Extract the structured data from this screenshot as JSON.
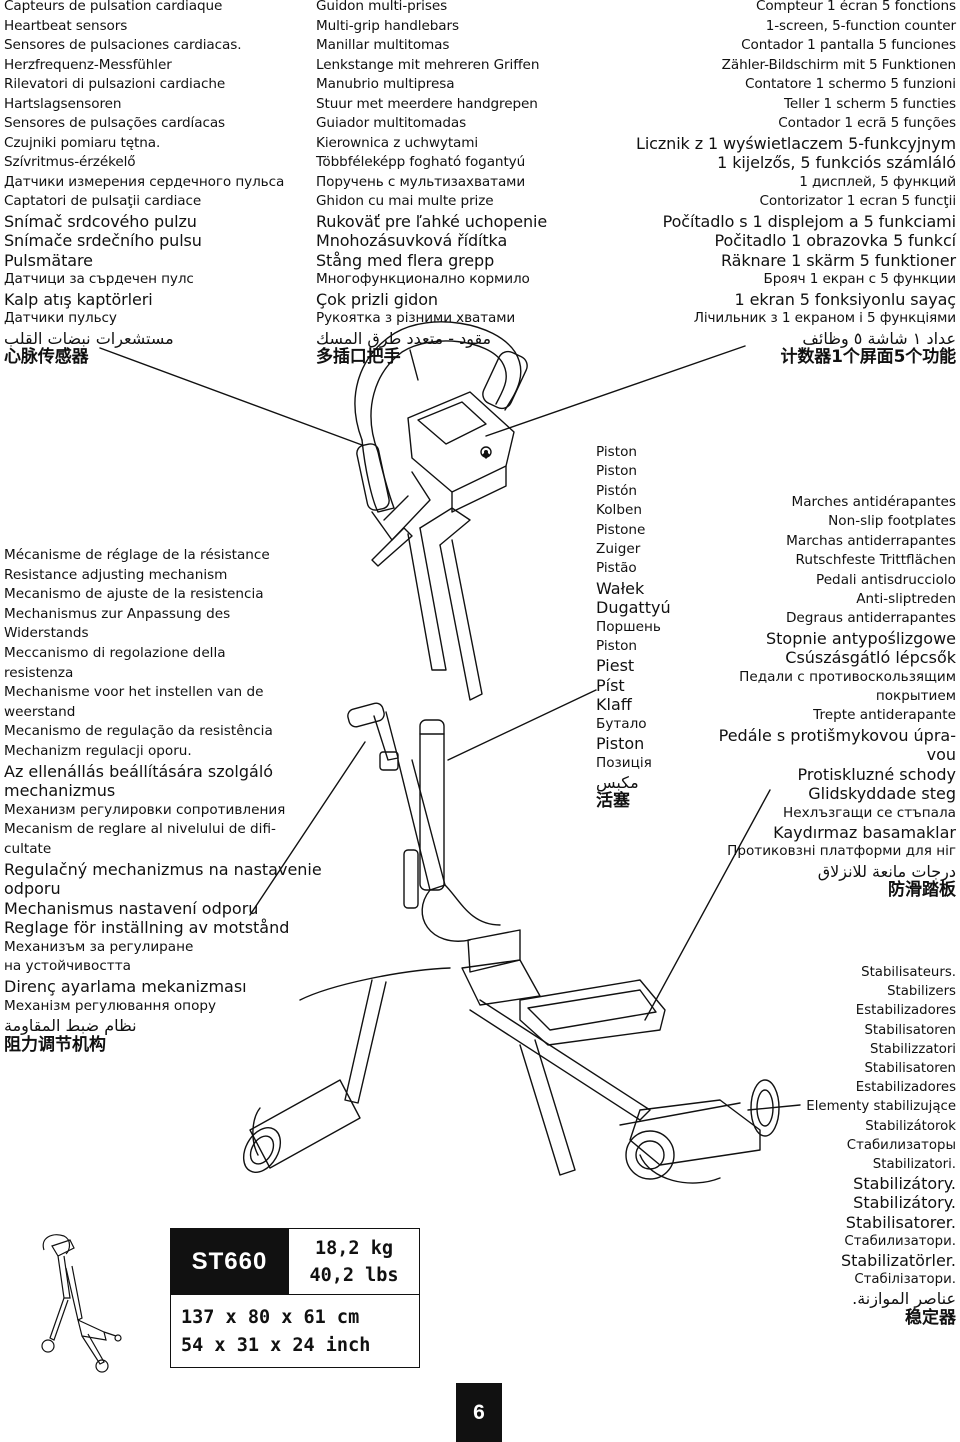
{
  "heart_sensors": [
    "Capteurs de pulsation cardiaque",
    "Heartbeat sensors",
    "Sensores de pulsaciones cardiacas.",
    "Herzfrequenz-Messfühler",
    "Rilevatori di pulsazioni cardiache",
    "Hartslagsensoren",
    "Sensores de pulsações cardíacas",
    "Czujniki pomiaru tętna.",
    "Szívritmus-érzékelő",
    "Датчики измерения сердечного пульса",
    "Captatori de pulsaţii cardiace",
    "Snímač srdcového pulzu",
    "Snímače srdečního pulsu",
    "Pulsmätare",
    "Датчици за сърдечен пулс",
    "Kalp atış kaptörleri",
    "Датчики пульсу",
    "مستشعرات نبضات القلب",
    "心脉传感器"
  ],
  "handlebars": [
    "Guidon multi-prises",
    "Multi-grip handlebars",
    "Manillar multitomas",
    "Lenkstange mit mehreren Griffen",
    "Manubrio multipresa",
    "Stuur met meerdere handgrepen",
    "Guiador multitomadas",
    "Kierownica z uchwytami",
    "Többféleképp fogható fogantyú",
    "Поручень с мультизахватами",
    "Ghidon cu mai multe prize",
    "Rukoväť pre ľahké uchopenie",
    "Mnohozásuvková řídítka",
    "Stång med flera grepp",
    "Многофункционално кормило",
    "Çok prizli gidon",
    "Рукоятка з різними хватами",
    "مقود - متعدد طرق المسك",
    "多插口把手"
  ],
  "counter": [
    "Compteur 1 écran 5 fonctions",
    "1-screen, 5-function counter",
    "Contador 1 pantalla 5 funciones",
    "Zähler-Bildschirm mit 5 Funktionen",
    "Contatore 1 schermo 5 funzioni",
    "Teller 1 scherm 5 functies",
    "Contador 1 ecrã 5 funções",
    "Licznik z 1 wyświetlaczem 5-funkcyjnym",
    "1 kijelzős, 5 funkciós számláló",
    "1 дисплей, 5 функций",
    "Contorizator 1 ecran 5 funcţii",
    "Počítadlo s 1 displejom a 5 funkciami",
    "Počitadlo 1 obrazovka 5 funkcí",
    "Räknare 1 skärm 5 funktioner",
    "Брояч 1 екран с 5 функции",
    "1 ekran 5 fonksiyonlu sayaç",
    "Лічильник з 1 екраном і 5 функціями",
    "عداد ١ شاشة ٥ وظائف",
    "计数器1个屏面5个功能"
  ],
  "resistance": [
    "Mécanisme de réglage de la résistance",
    "Resistance adjusting mechanism",
    "Mecanismo de ajuste de la resistencia",
    "Mechanismus zur Anpassung des",
    "Widerstands",
    "Meccanismo di regolazione della",
    "resistenza",
    "Mechanisme voor het instellen van de",
    "weerstand",
    "Mecanismo de regulação da resistência",
    "Mechanizm regulacji oporu.",
    "Az ellenállás beállítására szolgáló",
    "mechanizmus",
    "Механизм регулировки сопротивления",
    "Mecanism de reglare al nivelului de difi-",
    "cultate",
    "Regulačný mechanizmus na nastavenie",
    "odporu",
    "Mechanismus nastavení odporu",
    "Reglage för inställning av motstånd",
    "Механизъм за регулиране",
    "на устойчивостта",
    "Direnç ayarlama mekanizması",
    "Механізм регулювання опору",
    "نظام ضبط المقاومة",
    "阻力调节机构"
  ],
  "piston": [
    "Piston",
    "Piston",
    "Pistón",
    "Kolben",
    "Pistone",
    "Zuiger",
    "Pistão",
    "Wałek",
    "Dugattyú",
    "Поршень",
    "Piston",
    "Piest",
    "Píst",
    "Klaff",
    "Бутало",
    "Piston",
    "Позиція",
    "مكبس",
    "活塞"
  ],
  "footplates": [
    "Marches antidérapantes",
    "Non-slip footplates",
    "Marchas antiderrapantes",
    "Rutschfeste Trittflächen",
    "Pedali antisdrucciolo",
    "Anti-sliptreden",
    "Degraus antiderrapantes",
    "Stopnie antypoślizgowe",
    "Csúszásgátló lépcsők",
    "Педали с противоскользящим",
    "покрытием",
    "Trepte antiderapante",
    "Pedále s protišmykovou úpra-",
    "vou",
    "Protiskluzné schody",
    "Glidskyddade steg",
    "Нехлъзгащи се стъпала",
    "Kaydırmaz basamaklar",
    "Протиковзні платформи для ніг",
    "درجات مانعة للانزلاق",
    "防滑踏板"
  ],
  "stabilisers": [
    "Stabilisateurs.",
    "Stabilizers",
    "Estabilizadores",
    "Stabilisatoren",
    "Stabilizzatori",
    "Stabilisatoren",
    "Estabilizadores",
    "Elementy stabilizujące",
    "Stabilizátorok",
    "Стабилизаторы",
    "Stabilizatori.",
    "Stabilizátory.",
    "Stabilizátory.",
    "Stabilisatorer.",
    "Стабилизатори.",
    "Stabilizatörler.",
    "Стабілізатори.",
    "عناصر الموازنة.",
    "稳定器"
  ],
  "spec": {
    "model": "ST660",
    "weight_kg": "18,2 kg",
    "weight_lbs": "40,2 lbs",
    "dims_cm": "137 x 80 x 61 cm",
    "dims_inch": "54 x 31 x 24 inch"
  },
  "page_number": "6"
}
